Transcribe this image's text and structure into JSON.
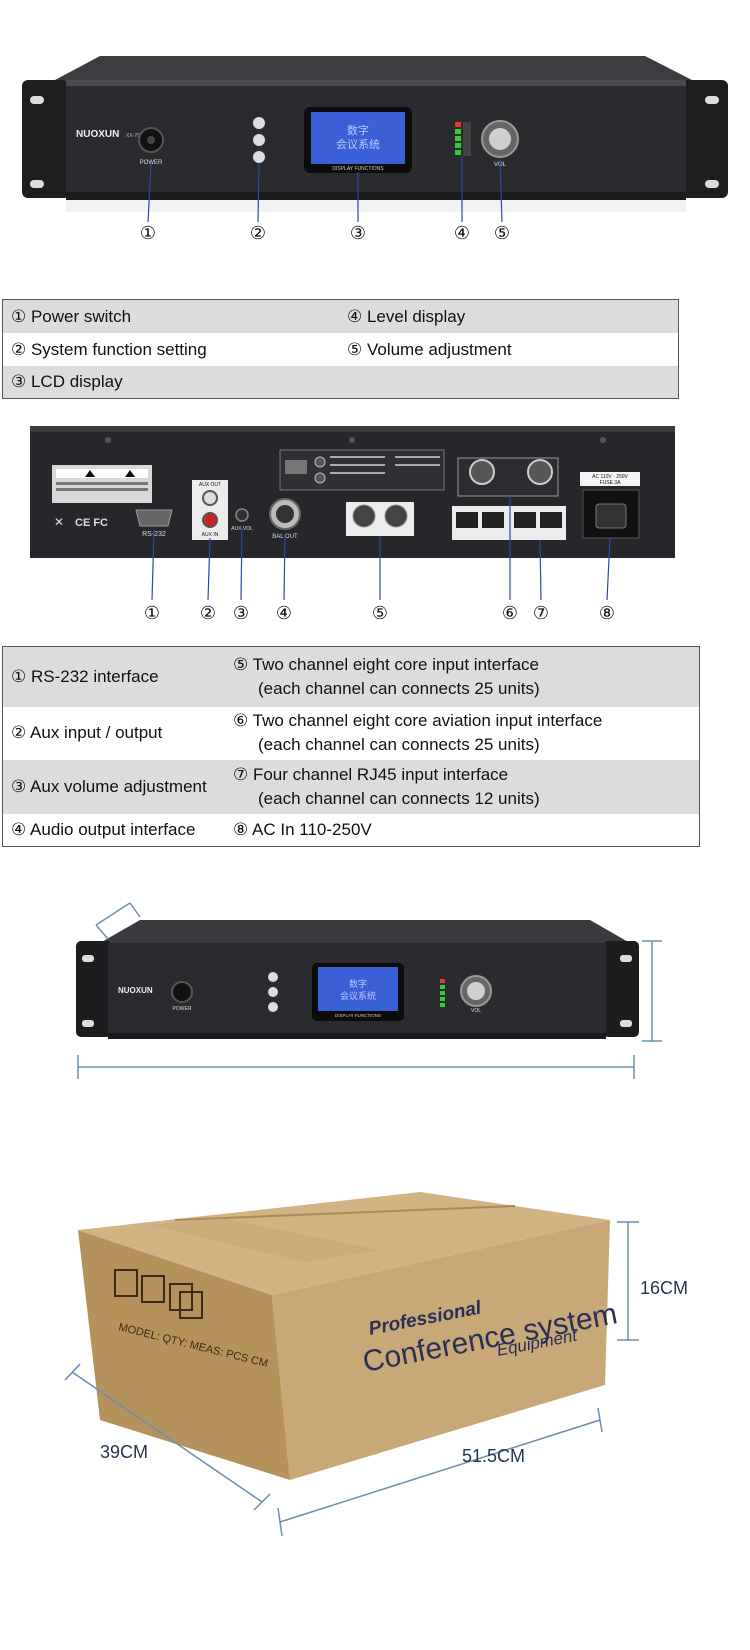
{
  "front_panel": {
    "brand": "NUOXUN",
    "model": "XX-7000M",
    "power_label": "POWER",
    "lcd_text_line1": "数字",
    "lcd_text_line2": "会议系统",
    "lcd_caption": "DISPLAY FUNCTIONS",
    "vol_label": "VOL",
    "callouts": [
      "①",
      "②",
      "③",
      "④",
      "⑤"
    ]
  },
  "front_table": {
    "rows": [
      {
        "left": "① Power switch",
        "right": "④ Level display"
      },
      {
        "left": "② System function setting",
        "right": "⑤ Volume adjustment"
      },
      {
        "left": "③ LCD display",
        "right": ""
      }
    ]
  },
  "rear_panel": {
    "rs232_label": "RS-232",
    "aux_out_label": "AUX OUT",
    "aux_in_label": "AUX IN",
    "aux_vol_label": "AUX VOL",
    "bal_out_label": "BAL OUT",
    "ac_label_line1": "AC 110V - 250V",
    "ac_label_line2": "FUSE 3A",
    "cert_marks": "CE FC",
    "callouts": [
      "①",
      "②",
      "③",
      "④",
      "⑤",
      "⑥",
      "⑦",
      "⑧"
    ]
  },
  "rear_table": {
    "rows": [
      {
        "left": "① RS-232 interface",
        "right1": "⑤ Two channel eight core input interface",
        "right2": "(each channel can connects 25 units)"
      },
      {
        "left": "② Aux input / output",
        "right1": "⑥ Two channel eight core aviation input interface",
        "right2": "(each channel can connects 25 units)"
      },
      {
        "left": "③ Aux volume adjustment",
        "right1": "⑦ Four channel RJ45 input interface",
        "right2": "(each channel can connects 12 units)"
      },
      {
        "left": "④ Audio output interface",
        "right1": "⑧  AC In 110-250V",
        "right2": ""
      }
    ]
  },
  "box": {
    "brand_line1": "Professional",
    "brand_line2": "Conference system",
    "brand_line3": "Equipment",
    "height_label": "16CM",
    "depth_label": "39CM",
    "width_label": "51.5CM",
    "side_text": "MODEL: QTY: MEAS: PCS CM"
  },
  "colors": {
    "panel": "#2a2b2e",
    "lcd": "#3a5fd6",
    "dimension_line": "#6d8db3",
    "cardboard": "#c9a877",
    "table_shade": "#dcdcdc"
  }
}
